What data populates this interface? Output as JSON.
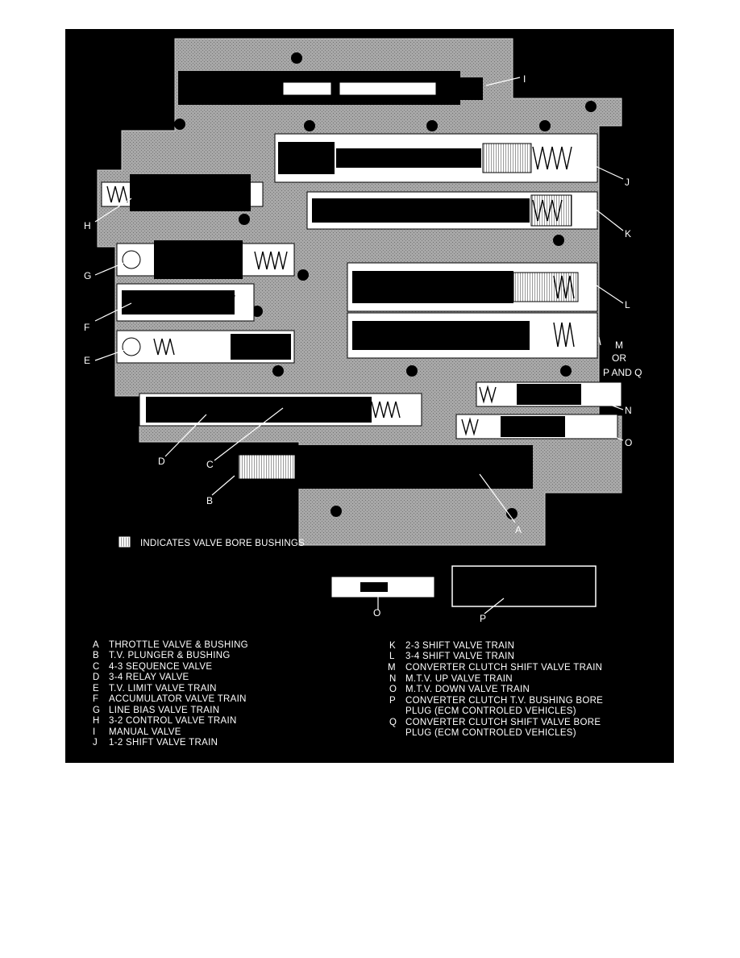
{
  "callouts": {
    "a": "A",
    "b": "B",
    "c": "C",
    "d": "D",
    "e": "E",
    "f": "F",
    "g": "G",
    "h": "H",
    "i": "I",
    "j": "J",
    "k": "K",
    "l": "L",
    "m": "M",
    "or": "OR",
    "pq": "P AND Q",
    "n": "N",
    "o": "O",
    "o_plug": "O",
    "p_plug": "P"
  },
  "legend": {
    "bushing_note": "INDICATES VALVE BORE BUSHINGS"
  },
  "key": [
    {
      "letter": "A",
      "text": "THROTTLE VALVE & BUSHING"
    },
    {
      "letter": "B",
      "text": "T.V. PLUNGER & BUSHING"
    },
    {
      "letter": "C",
      "text": "4-3 SEQUENCE VALVE"
    },
    {
      "letter": "D",
      "text": "3-4 RELAY VALVE"
    },
    {
      "letter": "E",
      "text": "T.V. LIMIT VALVE TRAIN"
    },
    {
      "letter": "F",
      "text": "ACCUMULATOR VALVE TRAIN"
    },
    {
      "letter": "G",
      "text": "LINE BIAS VALVE TRAIN"
    },
    {
      "letter": "H",
      "text": "3-2 CONTROL VALVE TRAIN"
    },
    {
      "letter": "I",
      "text": "MANUAL VALVE"
    },
    {
      "letter": "J",
      "text": "1-2 SHIFT VALVE TRAIN"
    },
    {
      "letter": "K",
      "text": "2-3 SHIFT VALVE TRAIN"
    },
    {
      "letter": "L",
      "text": "3-4 SHIFT VALVE TRAIN"
    },
    {
      "letter": "M",
      "text": "CONVERTER CLUTCH SHIFT VALVE TRAIN"
    },
    {
      "letter": "N",
      "text": "M.T.V. UP VALVE TRAIN"
    },
    {
      "letter": "O",
      "text": "M.T.V. DOWN VALVE TRAIN"
    },
    {
      "letter": "P",
      "text": "CONVERTER CLUTCH T.V. BUSHING BORE"
    },
    {
      "letter": "",
      "text": "PLUG (ECM CONTROLED VEHICLES)"
    },
    {
      "letter": "Q",
      "text": "CONVERTER CLUTCH SHIFT VALVE BORE"
    },
    {
      "letter": "",
      "text": "PLUG (ECM CONTROLED VEHICLES)"
    }
  ],
  "colors": {
    "background": "#000000",
    "body": "#9a9a9a",
    "valve": "#000000",
    "text": "#ffffff"
  }
}
